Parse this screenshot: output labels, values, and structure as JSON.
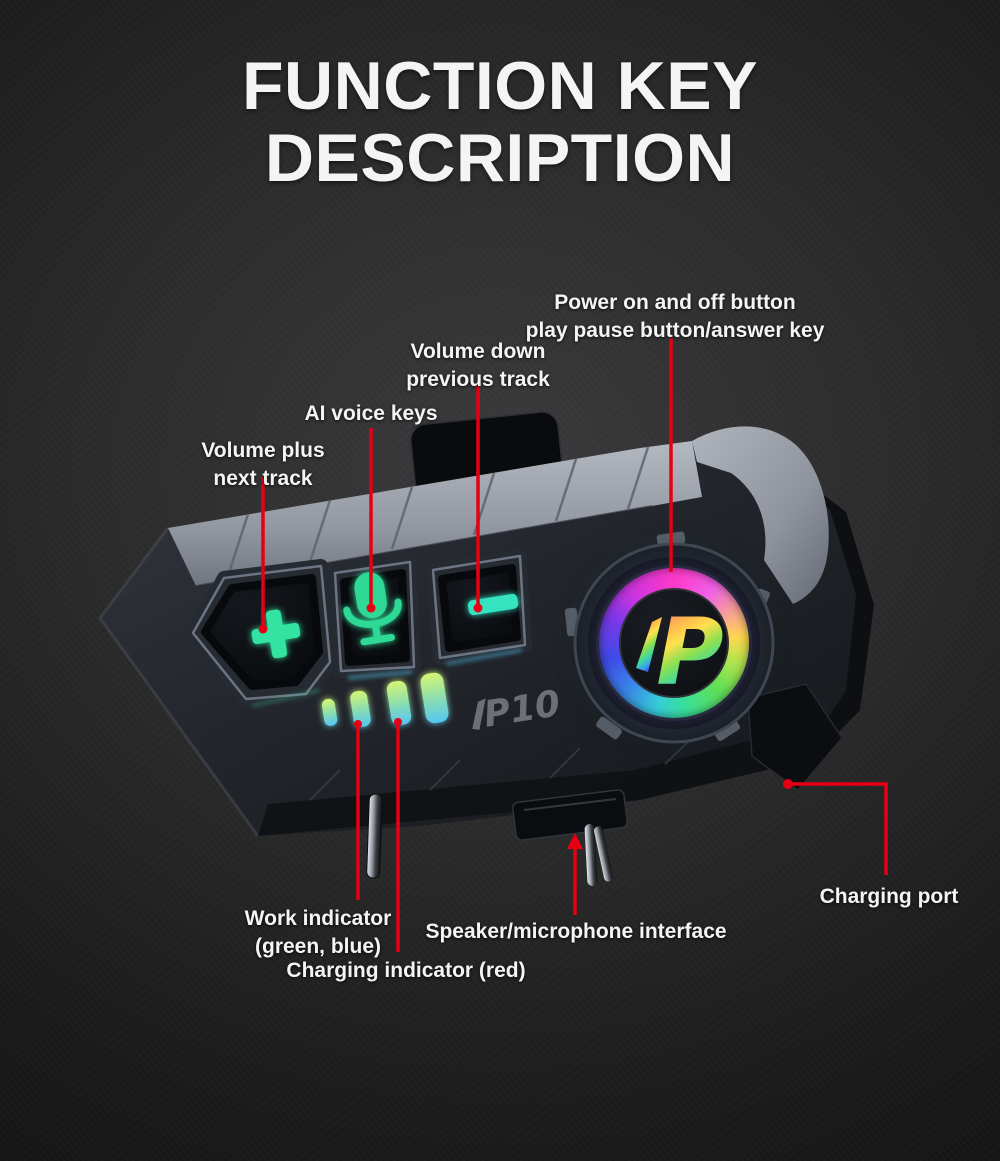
{
  "title": {
    "line1": "FUNCTION KEY",
    "line2": "DESCRIPTION"
  },
  "device": {
    "model_label": "P10",
    "logo_letter": "P"
  },
  "annotations": {
    "power": {
      "line1": "Power on and off button",
      "line2": "play pause button/answer key"
    },
    "volume_down": {
      "line1": "Volume down",
      "line2": "previous track"
    },
    "ai_voice": {
      "text": "AI voice keys"
    },
    "volume_plus": {
      "line1": "Volume plus",
      "line2": "next track"
    },
    "work_indicator": {
      "line1": "Work indicator",
      "line2": "(green, blue)"
    },
    "charging_indicator": {
      "text": "Charging indicator (red)"
    },
    "speaker_interface": {
      "text": "Speaker/microphone interface"
    },
    "charging_port": {
      "text": "Charging port"
    }
  },
  "colors": {
    "background": "#1b1b1c",
    "leader_line_red": "#e60013",
    "label_text": "#f4f4f4",
    "key_glow_green": "#2fe0a0",
    "led_green": "#cdf06e",
    "led_blue": "#56c6f4",
    "body_dark": "#1c1f24",
    "ridge_gray": "#a6aab2"
  }
}
